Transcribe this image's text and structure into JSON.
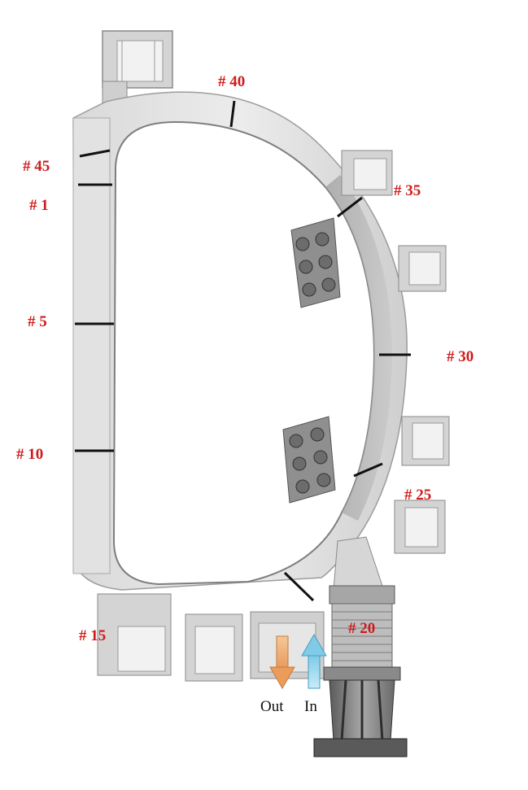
{
  "figure": {
    "colors": {
      "label": "#d01a1a",
      "out_arrow": "#f2b27a",
      "in_arrow": "#9fd8ee",
      "steel_light": "#e6e6e6",
      "steel_mid": "#c9c9c9",
      "steel_dark": "#8d8d8d"
    },
    "positions": {
      "p40": "# 40",
      "p45": "# 45",
      "p1": "# 1",
      "p35": "# 35",
      "p5": "# 5",
      "p30": "# 30",
      "p10": "# 10",
      "p25": "# 25",
      "p15": "# 15",
      "p20": "# 20"
    },
    "flow": {
      "out": "Out",
      "in": "In"
    }
  }
}
